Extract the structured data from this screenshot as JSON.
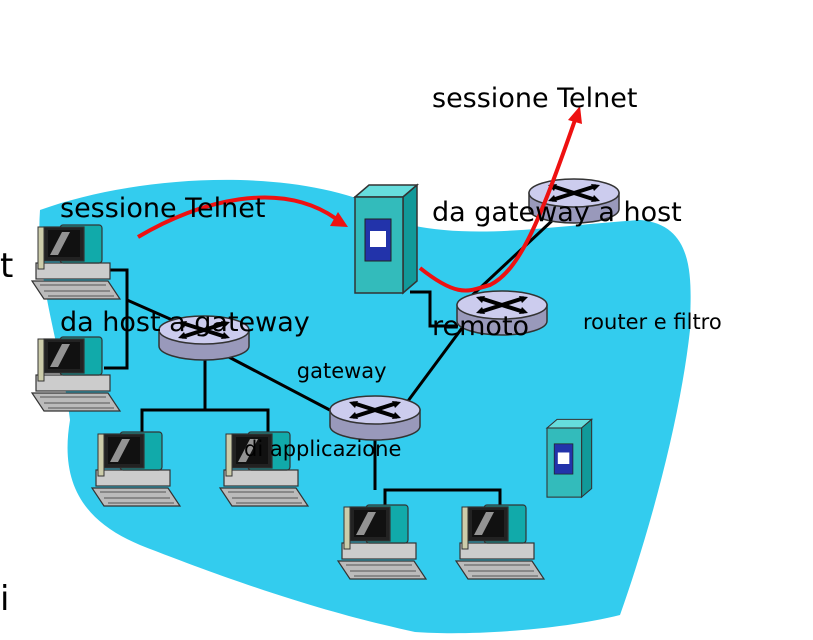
{
  "labels": {
    "session_remote": [
      "sessione Telnet",
      "da gateway a host",
      "remoto"
    ],
    "session_gateway": [
      "sessione Telnet",
      "da host a gateway"
    ],
    "gateway": [
      "gateway",
      "di applicazione"
    ],
    "router": "router e filtro",
    "cut_left_1": "t",
    "cut_left_2": "i"
  },
  "colors": {
    "cloud": "#33ccee",
    "telnet_arrow": "#ee1111",
    "server": "#33bbbb",
    "router": "#ccccee",
    "monitor": "#11aaaa"
  },
  "icons": [
    "router-icon",
    "server-icon",
    "computer-icon"
  ]
}
